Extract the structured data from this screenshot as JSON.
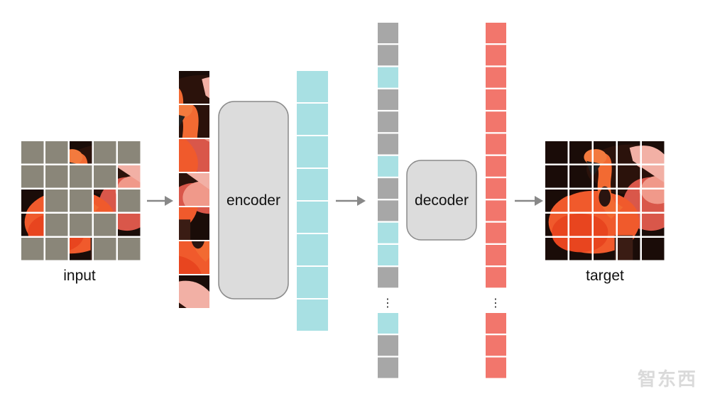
{
  "labels": {
    "input": "input",
    "encoder": "encoder",
    "decoder": "decoder",
    "target": "target",
    "ellipsis": "⋮"
  },
  "watermark": "智东西",
  "colors": {
    "mask_gray": "#8a8679",
    "encoded_cyan": "#a8e0e3",
    "mask_token_gray": "#a7a7a7",
    "output_red": "#f2766c",
    "block_fill": "#dcdcdc",
    "block_stroke": "#888888",
    "arrow": "#888888"
  },
  "input_grid": {
    "rows": 5,
    "cols": 5,
    "visible": [
      [
        0,
        2
      ],
      [
        1,
        4
      ],
      [
        2,
        0
      ],
      [
        2,
        3
      ],
      [
        3,
        0
      ],
      [
        3,
        4
      ],
      [
        4,
        2
      ]
    ]
  },
  "encoder_inputs": {
    "count": 7
  },
  "encoded_tokens": {
    "count": 8
  },
  "decoder_inputs": {
    "sequence": [
      "mask",
      "mask",
      "visible",
      "mask",
      "mask",
      "mask",
      "visible",
      "mask",
      "mask",
      "visible",
      "visible",
      "mask"
    ],
    "tail": [
      "visible",
      "mask",
      "mask"
    ]
  },
  "decoder_outputs": {
    "count": 12,
    "tail_count": 3
  },
  "target_grid": {
    "rows": 5,
    "cols": 5
  }
}
